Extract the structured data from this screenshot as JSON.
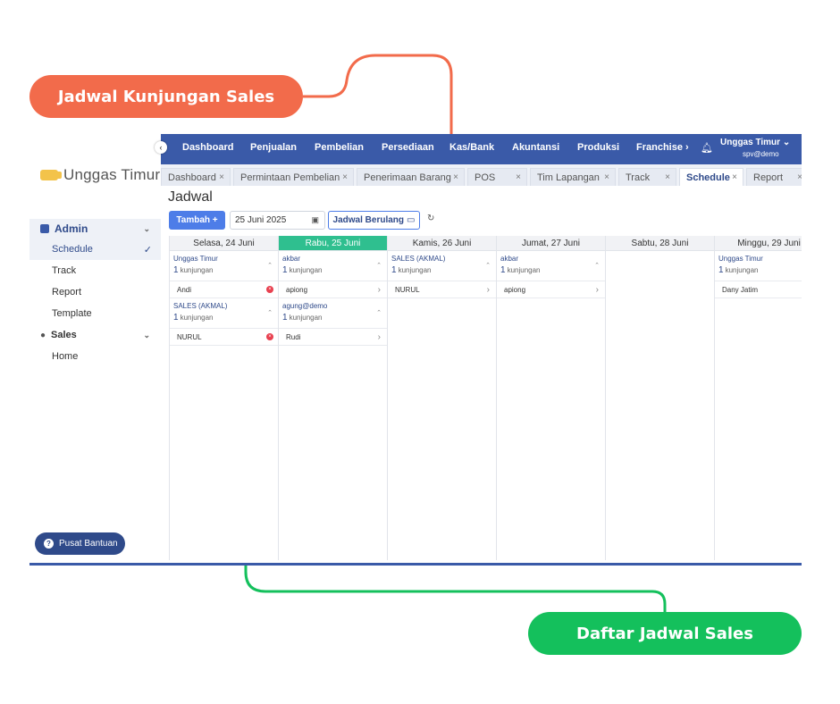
{
  "callouts": {
    "top": "Jadwal Kunjungan Sales",
    "bottom": "Daftar Jadwal Sales"
  },
  "colors": {
    "callout_top": "#f26b4b",
    "callout_bottom": "#14c05c",
    "nav": "#3a5aa8",
    "today": "#2fbf8f",
    "accent": "#4d7de8"
  },
  "brand": {
    "name": "Unggas Timur"
  },
  "sidebar": {
    "admin_label": "Admin",
    "admin_items": [
      {
        "label": "Schedule",
        "active": true
      },
      {
        "label": "Track"
      },
      {
        "label": "Report"
      },
      {
        "label": "Template"
      }
    ],
    "sales_label": "Sales",
    "sales_items": [
      {
        "label": "Home"
      }
    ],
    "help_label": "Pusat Bantuan"
  },
  "topnav": {
    "collapse_icon": "‹",
    "items": [
      "Dashboard",
      "Penjualan",
      "Pembelian",
      "Persediaan",
      "Kas/Bank",
      "Akuntansi",
      "Produksi",
      "Franchise ›"
    ],
    "user_name": "Unggas Timur  ⌄",
    "user_sub": "spv@demo"
  },
  "tabs": [
    {
      "label": "Dashboard"
    },
    {
      "label": "Permintaan Pembelian"
    },
    {
      "label": "Penerimaan Barang"
    },
    {
      "label": "POS"
    },
    {
      "label": "Tim Lapangan"
    },
    {
      "label": "Track"
    },
    {
      "label": "Schedule",
      "active": true
    },
    {
      "label": "Report"
    }
  ],
  "tab_close": "×",
  "page": {
    "title": "Jadwal",
    "add_button": "Tambah +",
    "date_value": "25 Juni 2025",
    "recurring_button": "Jadwal Berulang",
    "refresh_icon": "↻"
  },
  "calendar": {
    "days": [
      {
        "label": "Selasa, 24 Juni",
        "groups": [
          {
            "who": "Unggas Timur",
            "count": "1",
            "visits": [
              {
                "name": "Andi",
                "action": "delete"
              }
            ]
          },
          {
            "who": "SALES (AKMAL)",
            "count": "1",
            "visits": [
              {
                "name": "NURUL",
                "action": "delete"
              }
            ]
          }
        ]
      },
      {
        "label": "Rabu, 25 Juni",
        "today": true,
        "groups": [
          {
            "who": "akbar",
            "count": "1",
            "visits": [
              {
                "name": "apiong",
                "action": "open"
              }
            ]
          },
          {
            "who": "agung@demo",
            "count": "1",
            "visits": [
              {
                "name": "Rudi",
                "action": "open"
              }
            ]
          }
        ]
      },
      {
        "label": "Kamis, 26 Juni",
        "groups": [
          {
            "who": "SALES (AKMAL)",
            "count": "1",
            "visits": [
              {
                "name": "NURUL",
                "action": "open"
              }
            ]
          }
        ]
      },
      {
        "label": "Jumat, 27 Juni",
        "groups": [
          {
            "who": "akbar",
            "count": "1",
            "visits": [
              {
                "name": "apiong",
                "action": "open"
              }
            ]
          }
        ]
      },
      {
        "label": "Sabtu, 28 Juni",
        "groups": []
      },
      {
        "label": "Minggu, 29 Juni",
        "groups": [
          {
            "who": "Unggas Timur",
            "count": "1",
            "visits": [
              {
                "name": "Dany Jatim",
                "action": "none"
              }
            ]
          }
        ]
      }
    ],
    "count_suffix": "kunjungan"
  }
}
